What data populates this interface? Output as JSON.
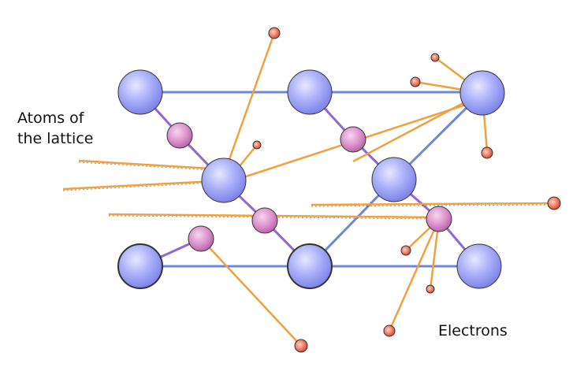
{
  "labels": {
    "atoms_line1": "Atoms of",
    "atoms_line2": "the lattice",
    "electrons": "Electrons"
  },
  "colors": {
    "atom_large_fill": "#9fa4f7",
    "atom_small_fill": "#d98ac6",
    "bond_blue": "#6f86dd",
    "bond_purple": "#9366d6",
    "electron_path": "#f0a040",
    "electron_fill": "#e8412f"
  }
}
